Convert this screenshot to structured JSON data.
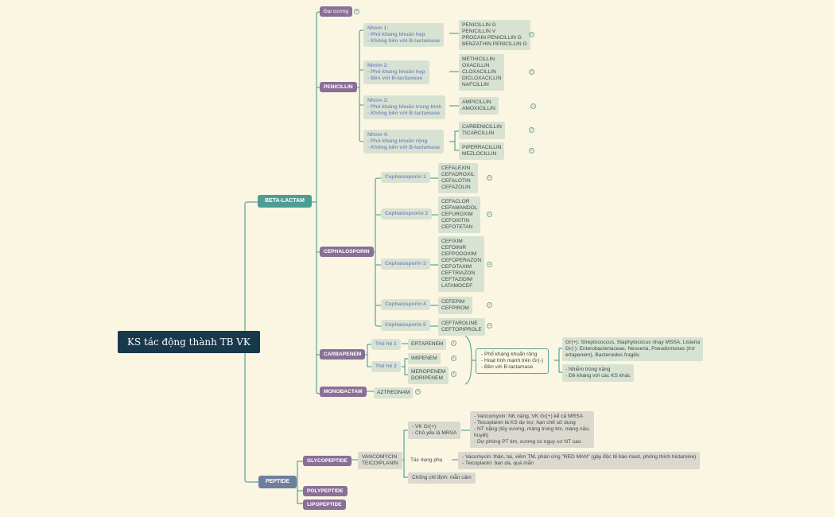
{
  "root": "KS tác động thành TB VK",
  "beta_lactam": "BETA-LACTAM",
  "peptide": "PEPTIDE",
  "dai_cuong": "Đại cương",
  "penicillin": "PENICILLIN",
  "cephalosporin": "CEPHALOSPORIN",
  "carbapenem": "CARBAPENEM",
  "monobactam": "MONOBACTAM",
  "glycopeptide": "GLYCOPEPTIDE",
  "polypeptide": "POLYPEPTIDE",
  "lipopeptide": "LIPOPEPTIDE",
  "pen_groups": [
    "Nhóm 1:\n- Phổ kháng khuẩn hẹp\n- Không bền với B-lactamase",
    "Nhóm 2:\n- Phổ kháng khuẩn hẹp\n- Bền với B-lactamase",
    "Nhóm 3:\n- Phổ kháng khuẩn trung bình\n- Không bền với B-lactamase",
    "Nhóm 4:\n- Phổ kháng khuẩn rộng\n- Không bền với B-lactamase"
  ],
  "pen_drugs": [
    "PENICILLIN G\nPENICILLIN V\nPROCAIN PENICILLIN G\nBENZATHIN PENICILLIN G",
    "METHICILLIN\nOXACILLIN\nCLOXACILLIN\nDICLOXACILLIN\nNAFCILLIN",
    "AMPICILLIN\nAMOXICILLIN",
    "CARBENICILLIN\nTICARCILLIN",
    "PIPERRACILLIN\nMEZLOCILLIN"
  ],
  "ceph_groups": [
    "Cephalosporin 1",
    "Cephalosprorin 2",
    "Cephalosporin 3",
    "Cephalosporin 4",
    "Cephalosporin 5"
  ],
  "ceph_drugs": [
    "CEFALEXIN\nCEFADROXIL\nCEFALOTIN\nCEFAZOLIN",
    "CEFACLOR\nCEFAMANDOL\nCEFUROXIM\nCEFOXITIN\nCEFOTETAN",
    "CEFIXIM\nCEFDINIR\nCEFPODOXIM\nCEFOPERAZON\nCEFOTAXIM\nCEFTRIAZON\nCEFTAZIDIM\nLATAMOCEF",
    "CEFEPIM\nCEFPIROM",
    "CEFTAROLINE\nCEFTOPIPROLE"
  ],
  "the_he_1": "Thế hệ 1",
  "the_he_2": "Thế hệ 2",
  "ertapenem": "ERTAPENEM",
  "imipenem": "IMIPENEM",
  "meropenem": "MEROPENEM\nDORIPENEM",
  "carba_props": "- Phổ kháng khuẩn rộng\n- Hoạt tính mạnh trên Gr(-)\n- Bền với B-lactamase",
  "carba_spectrum": "Gr(+): Streptococcus, Staphylococus nhạy MSSA, Listeria\nGr(-): Enterobacteriaceae, Nesseria, Pseudomonas (trừ\nertapenem), Bacteroides fragilis",
  "carba_issue": "- Nhiễm trùng nặng\n- Đề kháng với các KS khác",
  "aztreonam": "AZTREONAM",
  "vanco": "VANCOMYCIN\nTEICOIPLANIN",
  "vk_gr": "- VK Gr(+)\n- Chủ yếu là MRSA",
  "vk_gr_detail": "- Vancomyxin: NK nặng, VK Gr(+) kể cả MRSA\n- Teicoplanin là KS dự trự, hạn chế sử dụng\n- NT nặng (tủy xương, màng trong tim, màng não,\nhuyết)\n- Dự phòng PT tim, xương có nguy cơ NT cao",
  "tac_dung_phu": "Tác dụng phụ",
  "tdp_detail": "- Vacomycin: thận, tai, viêm TM, phản ứng \"RED MAN\" (gây độc tế bào mast, phóng thích histamine)\n- Teicoplanin: ban da, quá mẫn",
  "chong_chi_dinh": "Chống chỉ định: mẫn cảm",
  "colors": {
    "root": "#17394b",
    "teal": "#4d9d97",
    "purple": "#8a6f97",
    "slate": "#6d7f9d",
    "line": "#5aa49c",
    "bg": "#fbf6e2"
  }
}
